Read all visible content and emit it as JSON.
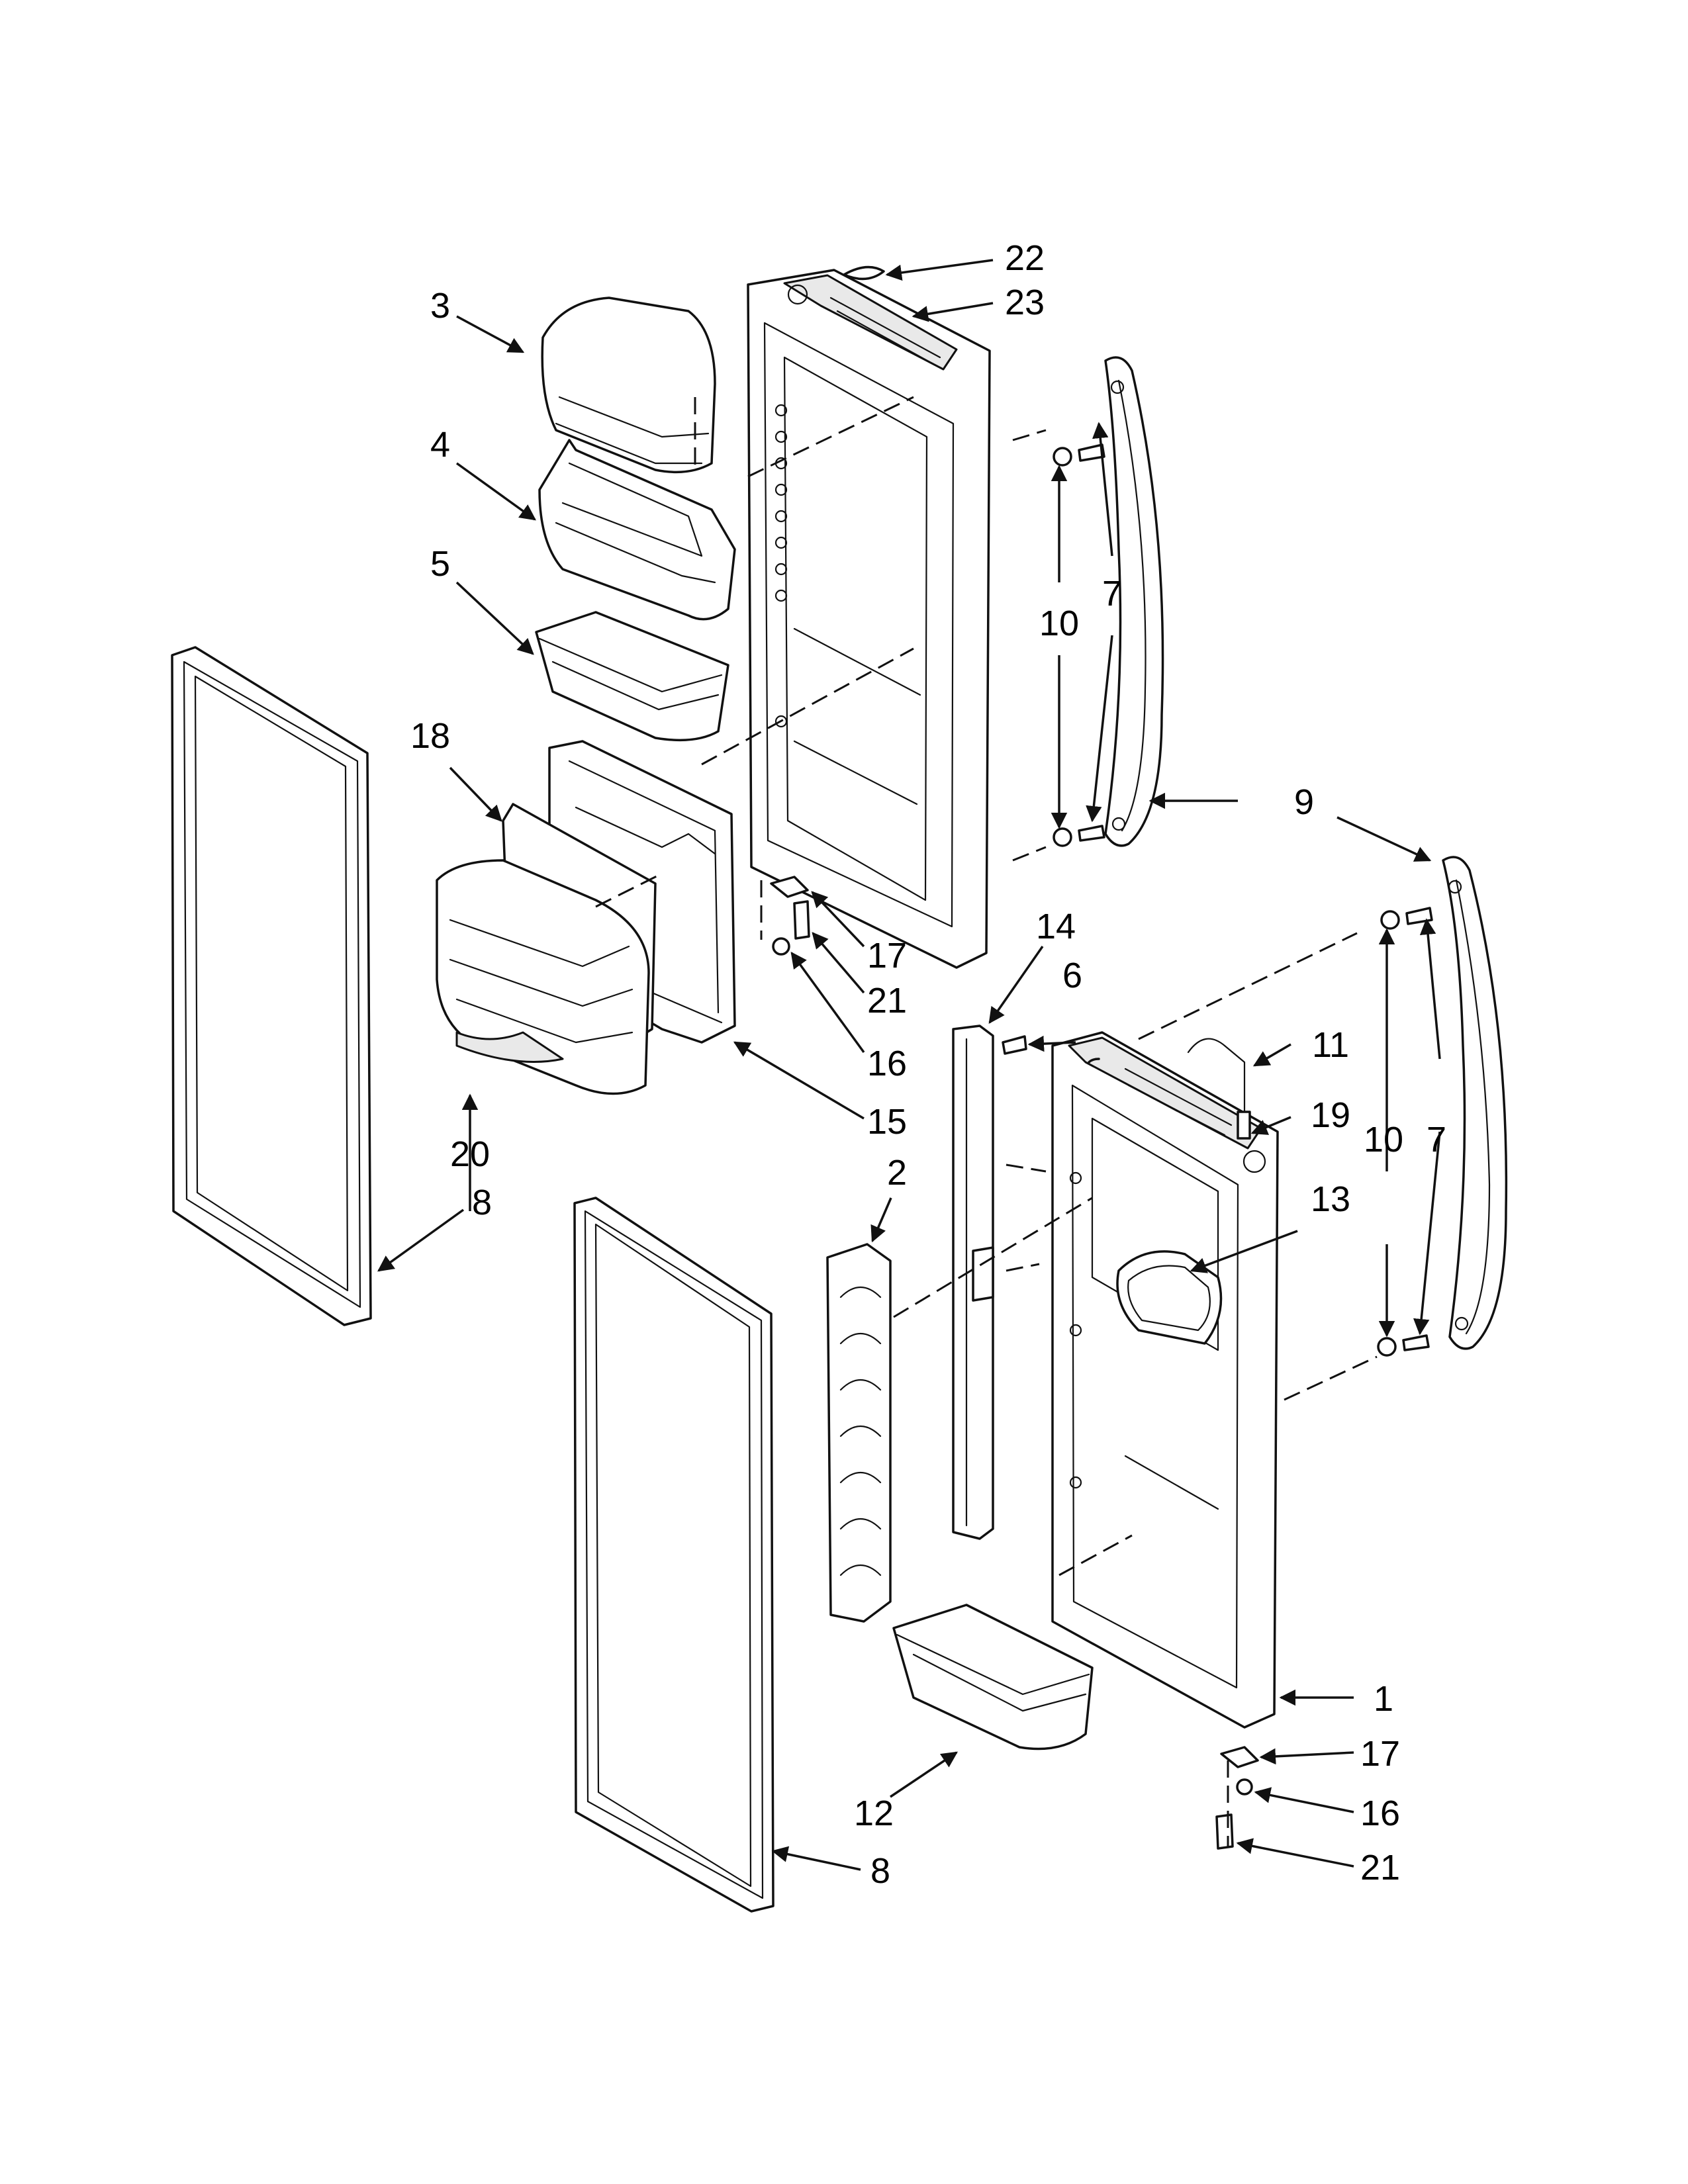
{
  "callouts": [
    {
      "id": "22",
      "label": "22"
    },
    {
      "id": "23",
      "label": "23"
    },
    {
      "id": "3",
      "label": "3"
    },
    {
      "id": "4",
      "label": "4"
    },
    {
      "id": "5",
      "label": "5"
    },
    {
      "id": "10a",
      "label": "10"
    },
    {
      "id": "7a",
      "label": "7"
    },
    {
      "id": "18",
      "label": "18"
    },
    {
      "id": "9",
      "label": "9"
    },
    {
      "id": "14",
      "label": "14"
    },
    {
      "id": "6",
      "label": "6"
    },
    {
      "id": "17a",
      "label": "17"
    },
    {
      "id": "21a",
      "label": "21"
    },
    {
      "id": "16a",
      "label": "16"
    },
    {
      "id": "11",
      "label": "11"
    },
    {
      "id": "19",
      "label": "19"
    },
    {
      "id": "15",
      "label": "15"
    },
    {
      "id": "20",
      "label": "20"
    },
    {
      "id": "8a",
      "label": "8"
    },
    {
      "id": "2",
      "label": "2"
    },
    {
      "id": "10b",
      "label": "10"
    },
    {
      "id": "7b",
      "label": "7"
    },
    {
      "id": "13",
      "label": "13"
    },
    {
      "id": "1",
      "label": "1"
    },
    {
      "id": "17b",
      "label": "17"
    },
    {
      "id": "16b",
      "label": "16"
    },
    {
      "id": "21b",
      "label": "21"
    },
    {
      "id": "12",
      "label": "12"
    },
    {
      "id": "8b",
      "label": "8"
    }
  ]
}
